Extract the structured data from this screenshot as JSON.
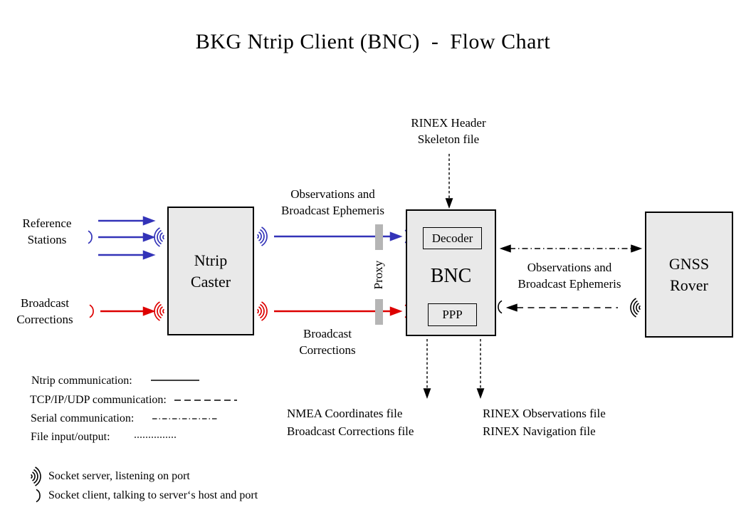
{
  "title": "BKG Ntrip Client (BNC)  -  Flow Chart",
  "colors": {
    "ntrip_blue": "#3333b8",
    "corrections_red": "#dd0000",
    "box_fill": "#e9e9e9",
    "proxy_bar_gray": "#b5b5b5",
    "line_black": "#000000"
  },
  "nodes": {
    "ntrip_caster": {
      "label": "Ntrip\nCaster"
    },
    "bnc": {
      "label": "BNC",
      "decoder_label": "Decoder",
      "ppp_label": "PPP"
    },
    "gnss_rover": {
      "label": "GNSS\nRover"
    },
    "proxy": {
      "label": "Proxy"
    }
  },
  "labels": {
    "reference_stations": "Reference\nStations",
    "broadcast_corrections_left": "Broadcast\nCorrections",
    "observations_ephemeris_left": "Observations and\nBroadcast Ephemeris",
    "broadcast_corrections_mid": "Broadcast\nCorrections",
    "rinex_header_skeleton": "RINEX Header\nSkeleton file",
    "observations_ephemeris_right": "Observations and\nBroadcast Ephemeris",
    "nmea_outputs": "NMEA Coordinates file\nBroadcast Corrections file",
    "rinex_outputs": "RINEX Observations file\nRINEX Navigation file"
  },
  "legend": {
    "ntrip_label": "Ntrip communication:",
    "tcp_label": "TCP/IP/UDP communication:",
    "serial_label": "Serial communication:",
    "file_label": "File input/output:"
  },
  "socket_legend": {
    "server_label": "Socket server, listening on port",
    "client_label": "Socket client, talking to server‘s host and port"
  }
}
